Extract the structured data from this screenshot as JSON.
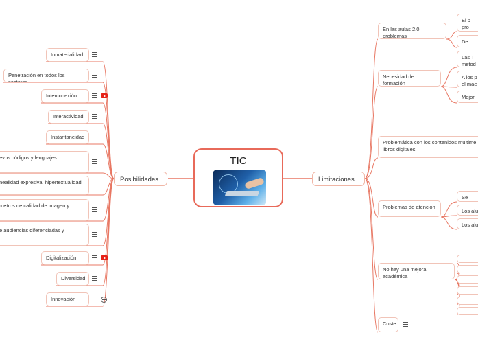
{
  "central": {
    "title": "TIC",
    "image": "laptop-technology-image"
  },
  "left_branch": {
    "label": "Posibilidades",
    "children": [
      {
        "label": "Inmaterialidad",
        "icons": [
          "menu-icon"
        ]
      },
      {
        "label": "Penetración en todos los sectores",
        "icons": [
          "menu-icon"
        ]
      },
      {
        "label": "Interconexión",
        "icons": [
          "menu-icon",
          "youtube-icon"
        ]
      },
      {
        "label": "Interactividad",
        "icons": [
          "menu-icon"
        ]
      },
      {
        "label": "Instantaneidad",
        "icons": [
          "menu-icon"
        ]
      },
      {
        "label": "evos códigos y lenguajes",
        "icons": [
          "menu-icon"
        ]
      },
      {
        "label": "nealidad expresiva: hipertextualidad",
        "icons": [
          "menu-icon"
        ]
      },
      {
        "label": "metros de calidad de imagen y",
        "icons": [
          "menu-icon"
        ]
      },
      {
        "label": "e audiencias diferenciadas y",
        "icons": [
          "menu-icon"
        ]
      },
      {
        "label": "Digitalización",
        "icons": [
          "menu-icon",
          "youtube-icon"
        ]
      },
      {
        "label": "Diversidad",
        "icons": [
          "menu-icon"
        ]
      },
      {
        "label": "Innovación",
        "icons": [
          "menu-icon",
          "globe-icon"
        ]
      }
    ]
  },
  "right_branch": {
    "label": "Limitaciones",
    "children": [
      {
        "label": "En las aulas 2.0, problemas",
        "children": [
          "El p\npro",
          "De"
        ]
      },
      {
        "label": "Necesidad de formación",
        "children": [
          "Las TI\nmetod",
          "A los p\nel mae",
          "Mejor"
        ]
      },
      {
        "label": "Problemática con los contenidos multime\nlibros digitales",
        "children": []
      },
      {
        "label": "Problemas de atención",
        "children": [
          "Se usan",
          "Los alu",
          "Los alu"
        ]
      },
      {
        "label": "No hay una mejora académica",
        "children": [
          "",
          "",
          "",
          "",
          "",
          ""
        ]
      },
      {
        "label": "Coste",
        "icons": [
          "menu-icon"
        ],
        "children": []
      }
    ]
  }
}
